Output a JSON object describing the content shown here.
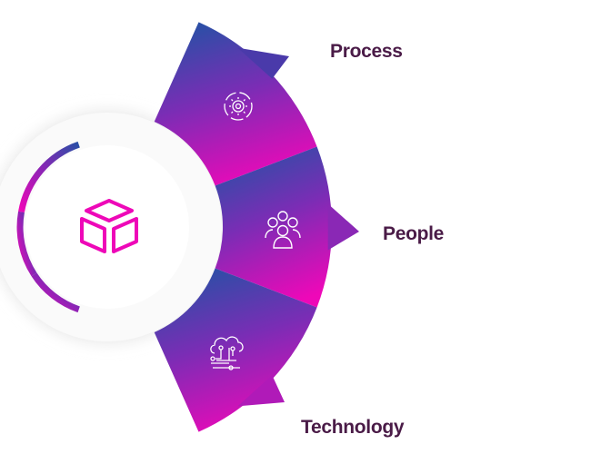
{
  "center": {
    "icon": "cube-icon"
  },
  "segments": [
    {
      "label": "Process",
      "icon": "process-gear-cycle-icon"
    },
    {
      "label": "People",
      "icon": "people-group-icon"
    },
    {
      "label": "Technology",
      "icon": "cloud-circuit-icon"
    }
  ],
  "colors": {
    "blue": "#2a4fa6",
    "purple": "#7a2db5",
    "magenta": "#ee08b8",
    "text": "#4a1b47"
  }
}
